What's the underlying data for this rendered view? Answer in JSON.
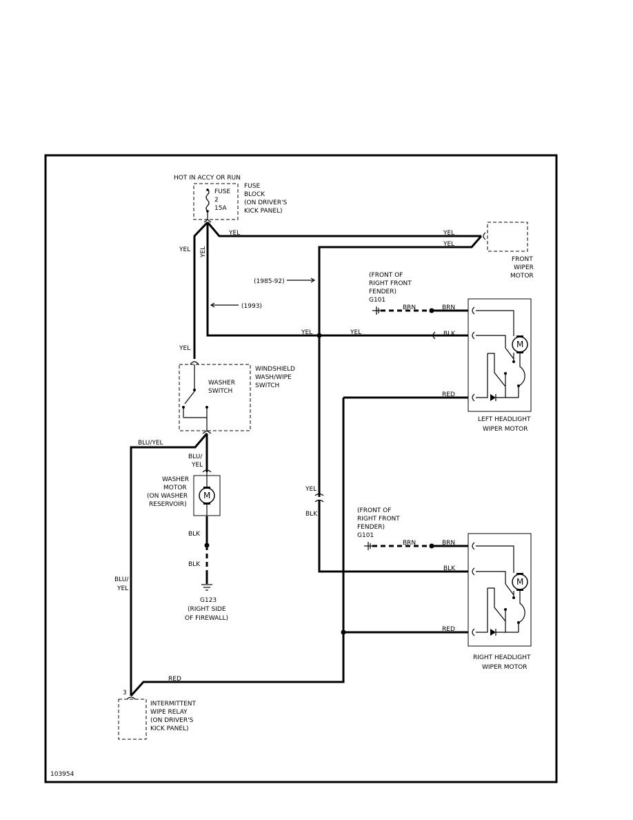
{
  "fuse": {
    "power": "HOT IN ACCY OR RUN",
    "fuse_label": "FUSE",
    "fuse_num": "2",
    "fuse_amps": "15A",
    "block_1": "FUSE",
    "block_2": "BLOCK",
    "block_3": "(ON DRIVER'S",
    "block_4": "KICK PANEL)"
  },
  "wires": {
    "yel": "YEL",
    "brn": "BRN",
    "blk": "BLK",
    "red": "RED",
    "blu_yel": "BLU/YEL",
    "blu_slash": "BLU/",
    "yel_only": "YEL"
  },
  "notes": {
    "years_1": "(1985-92)",
    "years_2": "(1993)"
  },
  "front_wiper": {
    "l1": "FRONT",
    "l2": "WIPER",
    "l3": "MOTOR"
  },
  "ground_g101_upper": {
    "l1": "(FRONT OF",
    "l2": "RIGHT FRONT",
    "l3": "FENDER)",
    "l4": "G101"
  },
  "ground_g101_lower": {
    "l1": "(FRONT OF",
    "l2": "RIGHT FRONT",
    "l3": "FENDER)",
    "l4": "G101"
  },
  "left_headlight": {
    "l1": "LEFT HEADLIGHT",
    "l2": "WIPER MOTOR",
    "motor": "M"
  },
  "right_headlight": {
    "l1": "RIGHT HEADLIGHT",
    "l2": "WIPER MOTOR",
    "motor": "M"
  },
  "switch": {
    "inner_1": "WASHER",
    "inner_2": "SWITCH",
    "l1": "WINDSHIELD",
    "l2": "WASH/WIPE",
    "l3": "SWITCH"
  },
  "washer_motor": {
    "l1": "WASHER",
    "l2": "MOTOR",
    "l3": "(ON WASHER",
    "l4": "RESERVOIR)",
    "motor": "M"
  },
  "ground_g123": {
    "l1": "G123",
    "l2": "(RIGHT SIDE",
    "l3": "OF FIREWALL)"
  },
  "relay": {
    "pin": "3",
    "l1": "INTERMITTENT",
    "l2": "WIPE RELAY",
    "l3": "(ON DRIVER'S",
    "l4": "KICK PANEL)"
  },
  "figure_id": "103954"
}
